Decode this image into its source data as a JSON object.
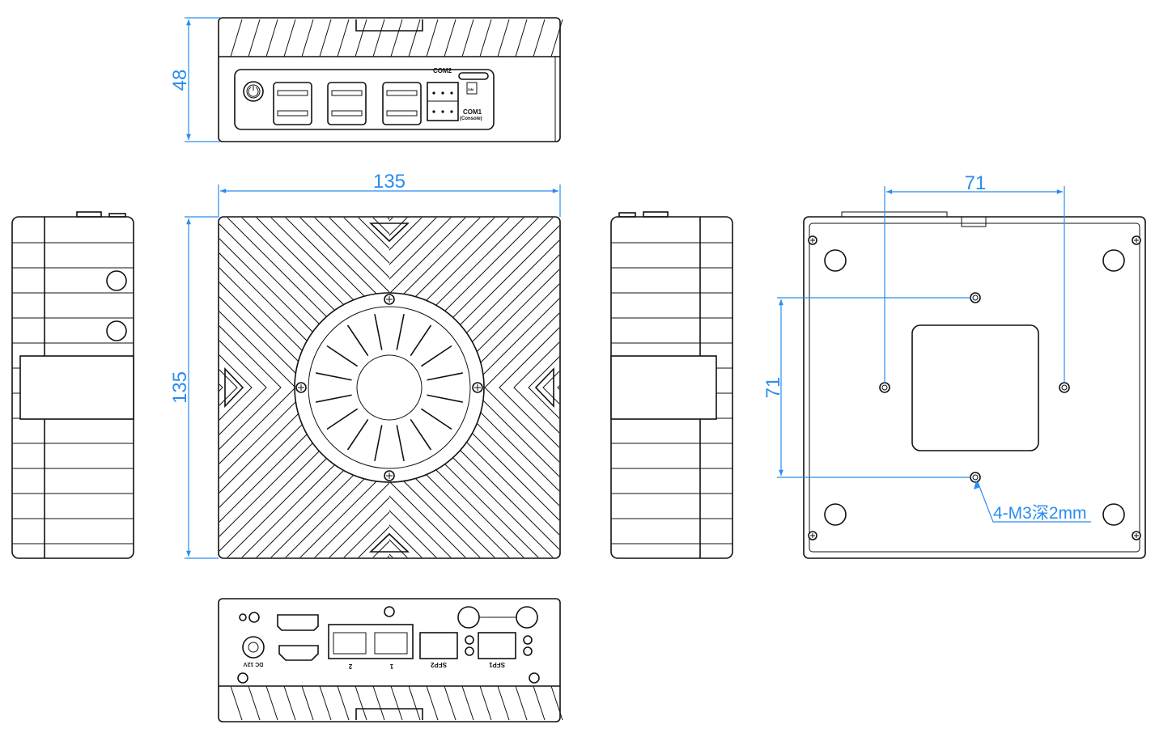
{
  "dimensions": {
    "front_height": "48",
    "top_width": "135",
    "top_depth": "135",
    "hole_spacing_x": "71",
    "hole_spacing_y": "71",
    "hole_callout": "4-M3深2mm"
  },
  "front_panel": {
    "com2_label": "COM2",
    "com1_label": "COM1",
    "com1_sub": "(Console)",
    "sim_label": "SIM"
  },
  "rear_panel": {
    "dc_label": "DC 12V",
    "sfp2_label": "SFP2",
    "sfp1_label": "SFP1",
    "lan2_label": "2",
    "lan1_label": "1"
  },
  "colors": {
    "dimension": "#2a8cf0",
    "line": "#111111"
  }
}
